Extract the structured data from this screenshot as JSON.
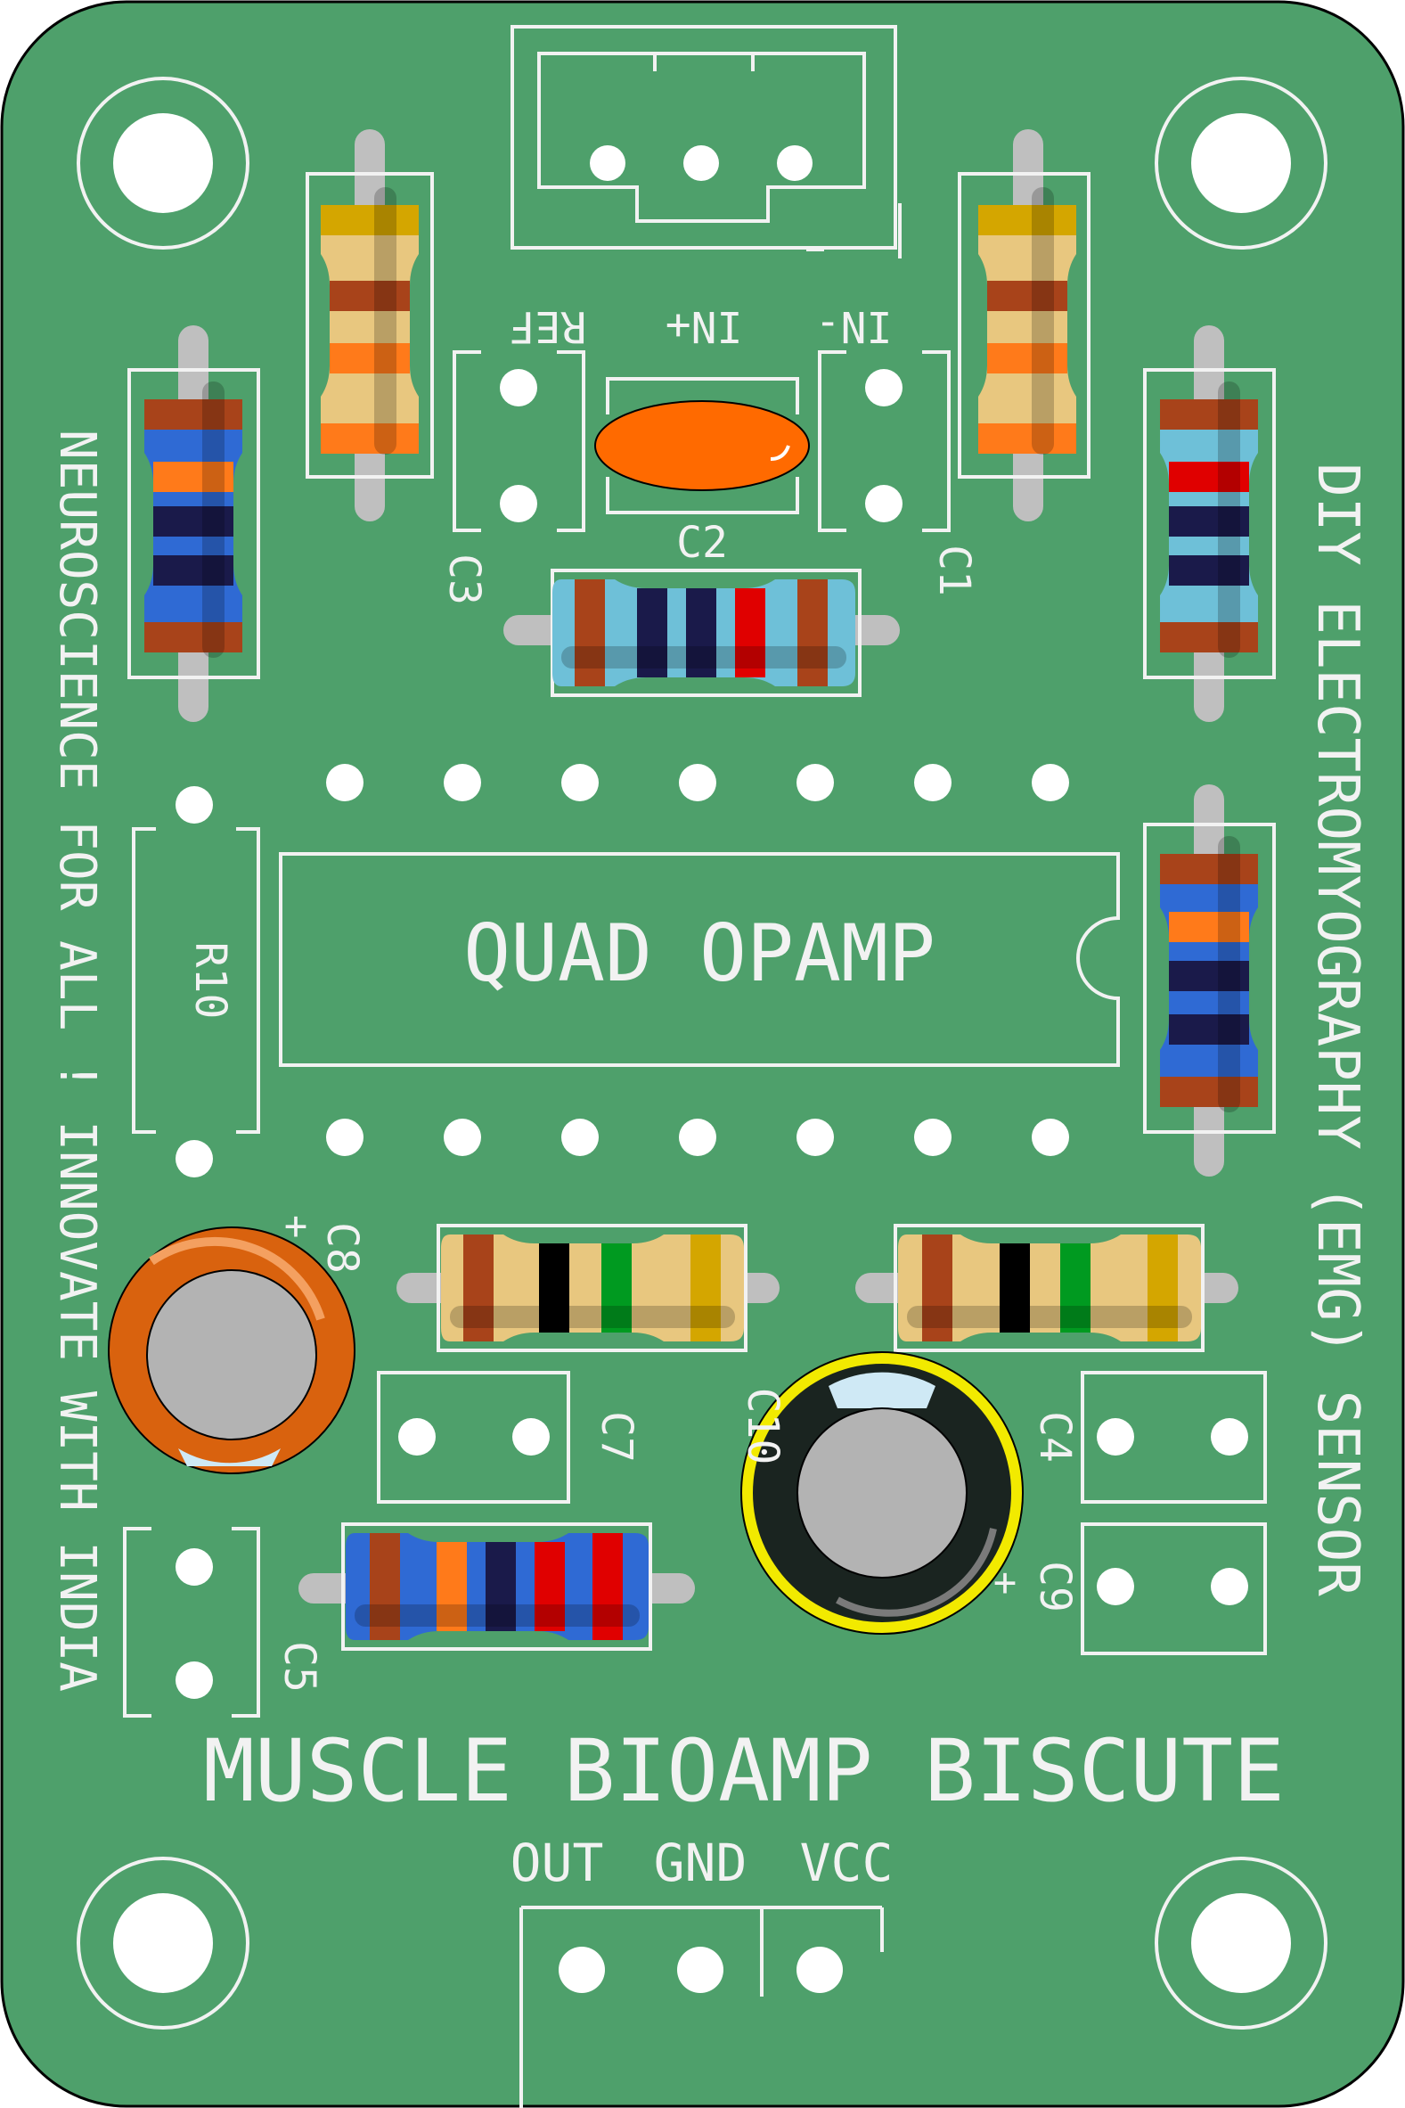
{
  "board": {
    "title": "MUSCLE BIOAMP BISCUTE",
    "side_text_right": "DIY ELECTROMYOGRAPHY (EMG) SENSOR",
    "side_text_left": "NEUROSCIENCE FOR ALL ! INNOVATE WITH INDIA",
    "ic_label": "QUAD OPAMP",
    "colors": {
      "pcb": "#4ea06b",
      "silkscreen": "#f2f2f2",
      "pad": "#ffffff",
      "lead": "#bfbfbf",
      "ceramic_cap": "#ff6a00",
      "electrolytic_c8": "#d9620e",
      "electrolytic_c10_ring": "#f2ea00"
    }
  },
  "input_connector": {
    "pin_labels": [
      "REF",
      "IN+",
      "IN-"
    ]
  },
  "output_connector": {
    "pin_labels": [
      "OUT",
      "GND",
      "VCC"
    ]
  },
  "labels": {
    "c1": "C1",
    "c2": "C2",
    "c3": "C3",
    "c4": "C4",
    "c5": "C5",
    "c7": "C7",
    "c8": "C8",
    "c9": "C9",
    "c10": "C10",
    "r10": "R10",
    "c8_polarity": "+",
    "c9_polarity": "+"
  }
}
